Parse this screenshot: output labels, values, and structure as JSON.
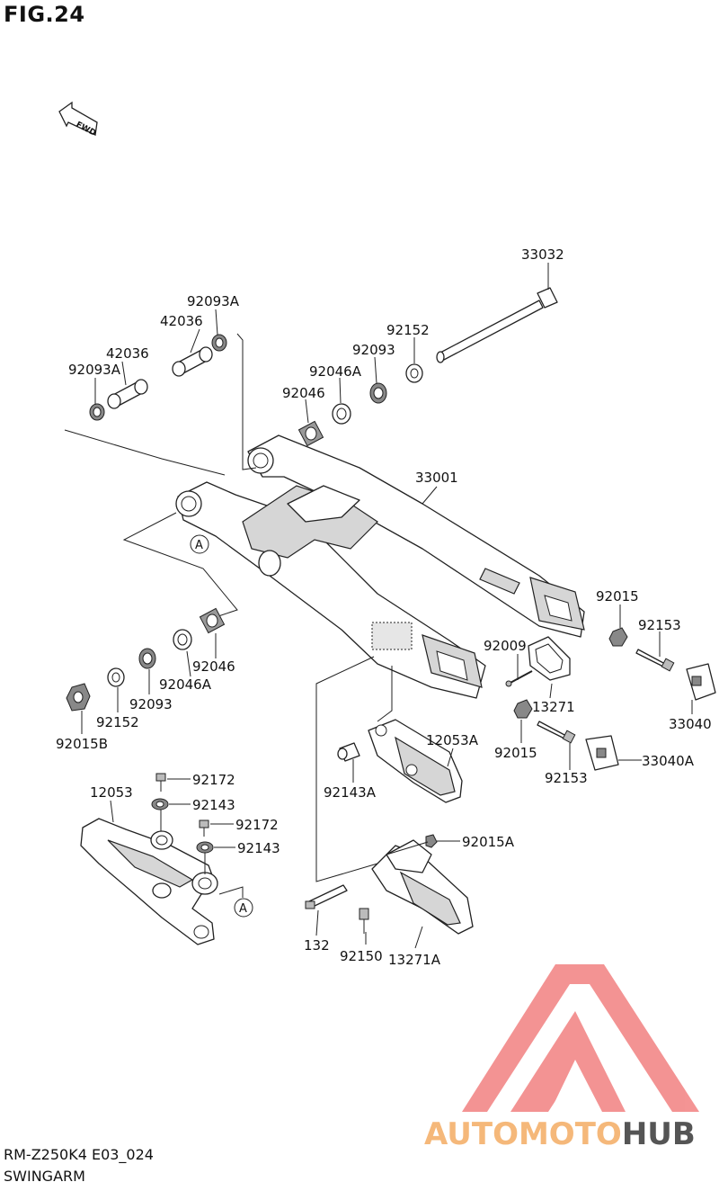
{
  "figure": {
    "title": "FIG.24",
    "model_code": "RM-Z250K4 E03_024",
    "name": "SWINGARM"
  },
  "direction_marker": "FWD",
  "reference_marker": "A",
  "watermark": {
    "part1": "AUTOMOTO",
    "part2": "HUB",
    "color1": "#f5b87a",
    "color2": "#555555",
    "logo_color": "#f07070"
  },
  "parts": [
    {
      "id": "p33032",
      "label": "33032"
    },
    {
      "id": "p92093A_top",
      "label": "92093A"
    },
    {
      "id": "p42036_a",
      "label": "42036"
    },
    {
      "id": "p92152_top",
      "label": "92152"
    },
    {
      "id": "p42036_b",
      "label": "42036"
    },
    {
      "id": "p92093_top",
      "label": "92093"
    },
    {
      "id": "p92093A_left",
      "label": "92093A"
    },
    {
      "id": "p92046A_top",
      "label": "92046A"
    },
    {
      "id": "p92046_top",
      "label": "92046"
    },
    {
      "id": "p33001",
      "label": "33001"
    },
    {
      "id": "p92015_r",
      "label": "92015"
    },
    {
      "id": "p92153_r",
      "label": "92153"
    },
    {
      "id": "p92046_bot",
      "label": "92046"
    },
    {
      "id": "p92009",
      "label": "92009"
    },
    {
      "id": "p92046A_bot",
      "label": "92046A"
    },
    {
      "id": "p92093_bot",
      "label": "92093"
    },
    {
      "id": "p92152_bot",
      "label": "92152"
    },
    {
      "id": "p13271",
      "label": "13271"
    },
    {
      "id": "p33040",
      "label": "33040"
    },
    {
      "id": "p92015B",
      "label": "92015B"
    },
    {
      "id": "p12053A",
      "label": "12053A"
    },
    {
      "id": "p92015_m",
      "label": "92015"
    },
    {
      "id": "p92153_m",
      "label": "92153"
    },
    {
      "id": "p33040A",
      "label": "33040A"
    },
    {
      "id": "p92172_a",
      "label": "92172"
    },
    {
      "id": "p92143A",
      "label": "92143A"
    },
    {
      "id": "p12053",
      "label": "12053"
    },
    {
      "id": "p92143_a",
      "label": "92143"
    },
    {
      "id": "p92172_b",
      "label": "92172"
    },
    {
      "id": "p92143_b",
      "label": "92143"
    },
    {
      "id": "p92015A",
      "label": "92015A"
    },
    {
      "id": "p132",
      "label": "132"
    },
    {
      "id": "p92150",
      "label": "92150"
    },
    {
      "id": "p13271A",
      "label": "13271A"
    }
  ]
}
